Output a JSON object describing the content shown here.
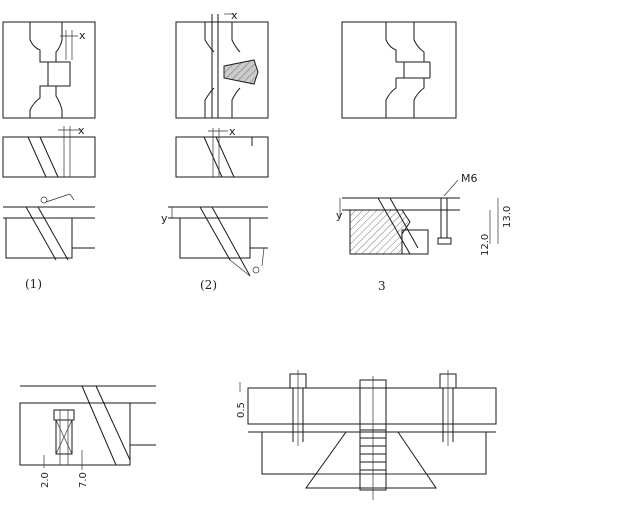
{
  "figure_labels": {
    "step1": "(1)",
    "step2": "(2)",
    "step3": "3"
  },
  "dimension_labels": {
    "x1": "x",
    "x2": "x",
    "x3": "x",
    "y1": "y",
    "y2": "y",
    "thread": "M6",
    "d130": "13.0",
    "d120": "12.0",
    "d20": "2.0",
    "d70": "7.0",
    "d05": "0.5"
  },
  "colors": {
    "line": "#1a1a1a",
    "hatch_fill": "#bdbdbd",
    "background": "#ffffff"
  }
}
